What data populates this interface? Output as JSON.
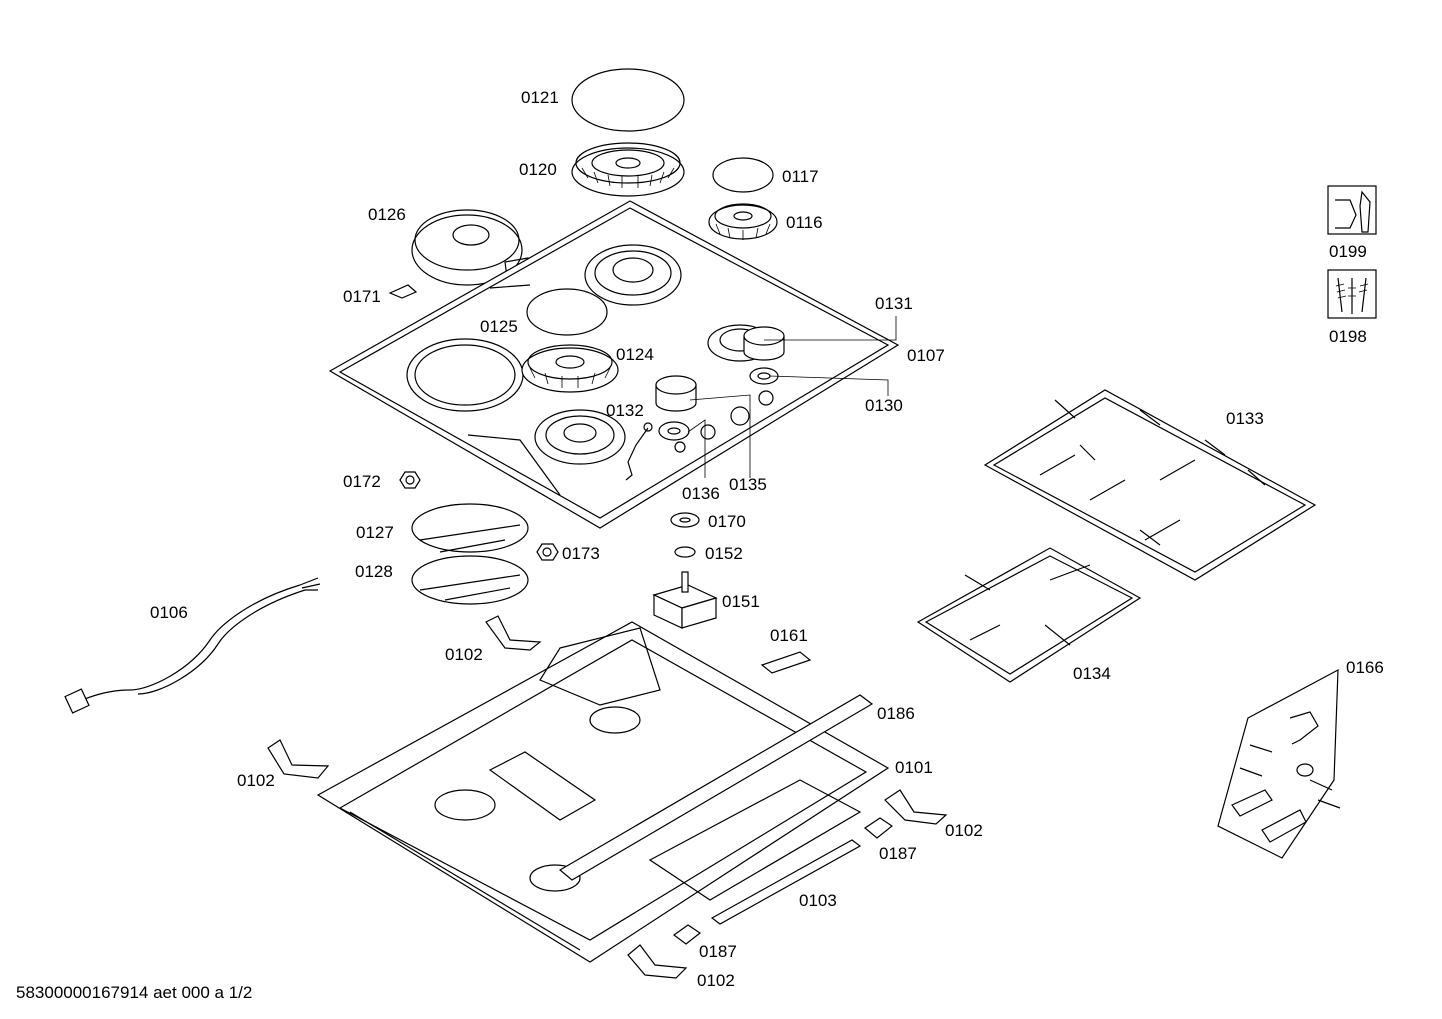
{
  "diagram": {
    "labels": {
      "p0121": "0121",
      "p0120": "0120",
      "p0117": "0117",
      "p0116": "0116",
      "p0126": "0126",
      "p0171": "0171",
      "p0125": "0125",
      "p0124": "0124",
      "p0131": "0131",
      "p0107": "0107",
      "p0130": "0130",
      "p0132": "0132",
      "p0136": "0136",
      "p0135": "0135",
      "p0172": "0172",
      "p0170": "0170",
      "p0127": "0127",
      "p0173": "0173",
      "p0152": "0152",
      "p0128": "0128",
      "p0106": "0106",
      "p0151": "0151",
      "p0161": "0161",
      "p0102a": "0102",
      "p0186": "0186",
      "p0102b": "0102",
      "p0101": "0101",
      "p0102c": "0102",
      "p0187a": "0187",
      "p0103": "0103",
      "p0187b": "0187",
      "p0102d": "0102",
      "p0133": "0133",
      "p0134": "0134",
      "p0166": "0166",
      "p0199": "0199",
      "p0198": "0198"
    },
    "icons": {
      "service_kit": "wrench-icon",
      "screws": "screws-icon"
    }
  },
  "footer": {
    "document_code": "58300000167914 aet 000 a 1/2"
  }
}
